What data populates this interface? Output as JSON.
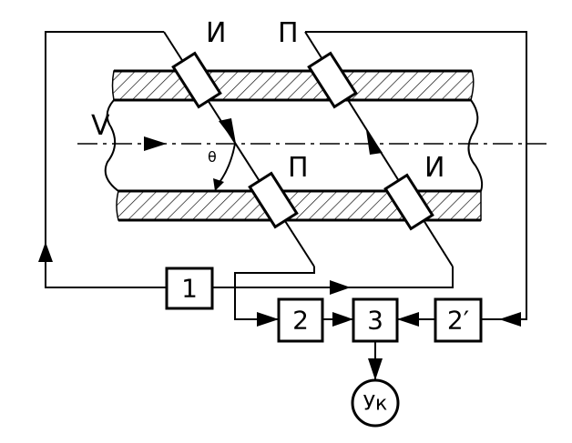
{
  "labels": {
    "velocity": "V",
    "emitter_top": "И",
    "receiver_top": "П",
    "receiver_bottom": "П",
    "emitter_bottom": "И",
    "angle": "θ"
  },
  "blocks": {
    "b1": "1",
    "b2": "2",
    "b3": "3",
    "b2p": "2′",
    "output": "Ук"
  },
  "colors": {
    "stroke": "#000000",
    "background": "#ffffff"
  }
}
